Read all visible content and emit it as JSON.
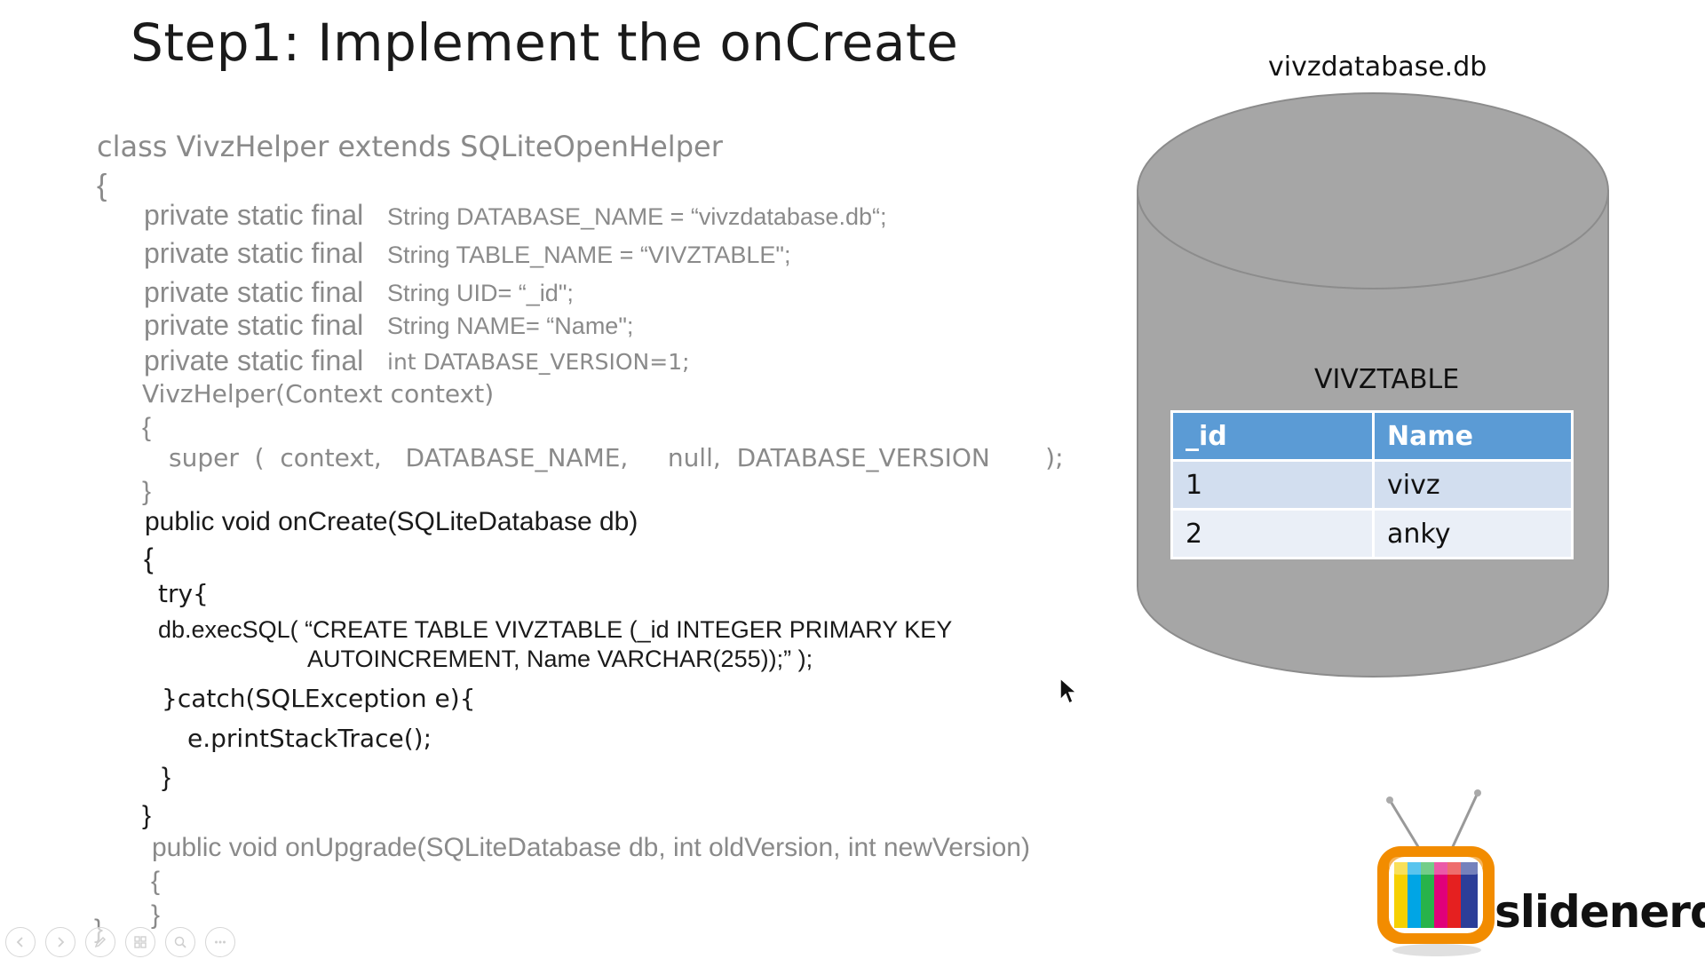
{
  "slide": {
    "title": "Step1: Implement the onCreate"
  },
  "code": {
    "class_decl": "class VivzHelper extends SQLiteOpenHelper",
    "open_brace": "{",
    "fields": [
      {
        "modifier": "private static final",
        "decl": "String DATABASE_NAME = “vivzdatabase.db“;"
      },
      {
        "modifier": "private static final",
        "decl": "String TABLE_NAME = “VIVZTABLE\";"
      },
      {
        "modifier": "private static final",
        "decl": "String UID= “_id\";"
      },
      {
        "modifier": "private static final",
        "decl": "String NAME= “Name\";"
      },
      {
        "modifier": "private static final",
        "decl": "int DATABASE_VERSION=1;"
      }
    ],
    "constructor_sig": "VivzHelper(Context context)",
    "ctor_open": "{",
    "super_call": "super  (  context,   DATABASE_NAME,     null,  DATABASE_VERSION       );",
    "ctor_close": "}",
    "oncreate_sig": "public void onCreate(SQLiteDatabase db)",
    "oncreate_open": "{",
    "try_line": "try{",
    "exec_line1": "db.execSQL( “CREATE TABLE VIVZTABLE (_id INTEGER PRIMARY KEY",
    "exec_line2": "AUTOINCREMENT, Name VARCHAR(255));” );",
    "catch_line": "}catch(SQLException e){",
    "print_line": "e.printStackTrace();",
    "catch_close": "}",
    "oncreate_close": "}",
    "onupgrade_sig": "public void onUpgrade(SQLiteDatabase db, int oldVersion, int newVersion)",
    "onupgrade_open": "{",
    "onupgrade_close": "}",
    "class_close": "}"
  },
  "database": {
    "file_name": "vivzdatabase.db",
    "table_name": "VIVZTABLE",
    "columns": [
      "_id",
      "Name"
    ],
    "rows": [
      [
        "1",
        "vivz"
      ],
      [
        "2",
        "anky"
      ]
    ],
    "colors": {
      "cylinder": "#a6a6a6",
      "cylinder_stroke": "#8c8c8c",
      "header": "#5b9bd5"
    }
  },
  "logo": {
    "text": "slidenerd"
  },
  "controls": [
    {
      "name": "previous-slide",
      "icon": "arrow-left-icon"
    },
    {
      "name": "next-slide",
      "icon": "arrow-right-icon"
    },
    {
      "name": "pen",
      "icon": "pen-icon"
    },
    {
      "name": "see-all-slides",
      "icon": "grid-icon"
    },
    {
      "name": "zoom",
      "icon": "magnifier-icon"
    },
    {
      "name": "more-options",
      "icon": "ellipsis-icon"
    }
  ]
}
